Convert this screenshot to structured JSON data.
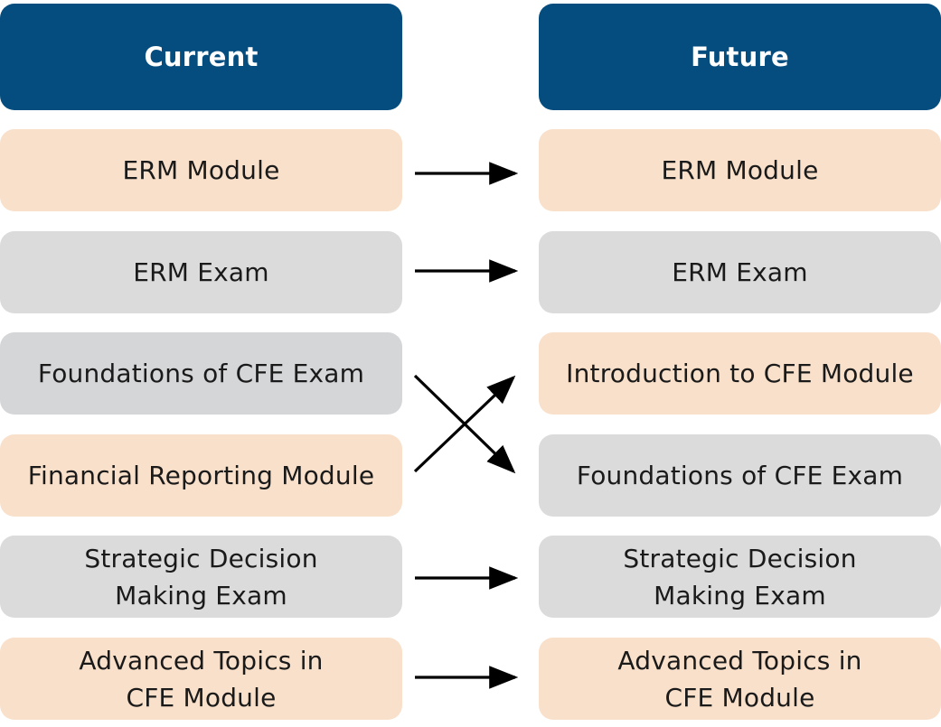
{
  "current": {
    "header": "Current",
    "items": [
      "ERM Module",
      "ERM Exam",
      "Foundations of CFE Exam",
      "Financial Reporting Module",
      "Strategic Decision\nMaking Exam",
      "Advanced Topics in\nCFE Module"
    ]
  },
  "future": {
    "header": "Future",
    "items": [
      "ERM Module",
      "ERM Exam",
      "Introduction to CFE Module",
      "Foundations of CFE Exam",
      "Strategic Decision\nMaking Exam",
      "Advanced Topics in\nCFE Module"
    ]
  },
  "colors": {
    "header": "#054d7e",
    "module": "#f9e0ca",
    "exam": "#dbdbdb",
    "arrow": "#000000"
  }
}
